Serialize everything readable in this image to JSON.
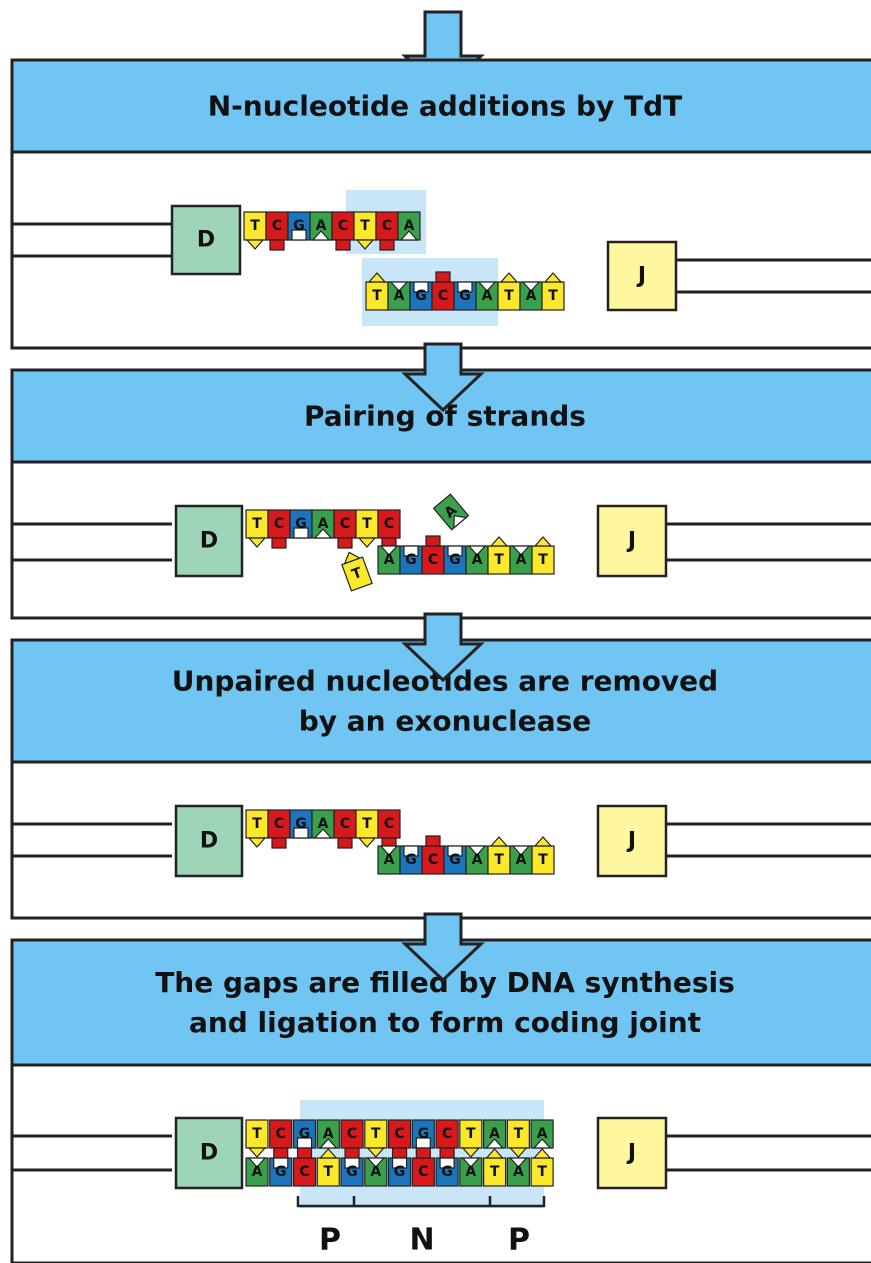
{
  "colors": {
    "header_fill": "#71C5F2",
    "highlight": "#C8E6F7",
    "arrow_fill": "#71C5F2",
    "D_box": "#9ED4B8",
    "J_box": "#FFF6A0",
    "A": "#3AA04C",
    "T": "#FBE82A",
    "G": "#1C75BC",
    "C": "#D7191C"
  },
  "steps": [
    {
      "title_lines": [
        "N-nucleotide additions by TdT"
      ],
      "D": "D",
      "J": "J",
      "top_strand": [
        "T",
        "C",
        "G",
        "A",
        "C",
        "T",
        "C",
        "A"
      ],
      "bottom_strand": [
        "T",
        "A",
        "G",
        "C",
        "G",
        "A",
        "T",
        "A",
        "T"
      ]
    },
    {
      "title_lines": [
        "Pairing of strands"
      ],
      "D": "D",
      "J": "J",
      "top_strand": [
        "T",
        "C",
        "G",
        "A",
        "C",
        "T",
        "C"
      ],
      "flipped_top": "A",
      "bottom_strand": [
        "A",
        "G",
        "C",
        "G",
        "A",
        "T",
        "A",
        "T"
      ],
      "flipped_bottom": "T"
    },
    {
      "title_lines": [
        "Unpaired nucleotides are removed",
        "by an exonuclease"
      ],
      "D": "D",
      "J": "J",
      "top_strand": [
        "T",
        "C",
        "G",
        "A",
        "C",
        "T",
        "C"
      ],
      "bottom_strand": [
        "A",
        "G",
        "C",
        "G",
        "A",
        "T",
        "A",
        "T"
      ]
    },
    {
      "title_lines": [
        "The gaps are filled by DNA synthesis",
        "and ligation to form coding joint"
      ],
      "D": "D",
      "J": "J",
      "top_strand": [
        "T",
        "C",
        "G",
        "A",
        "C",
        "T",
        "C",
        "G",
        "C",
        "T",
        "A",
        "T",
        "A"
      ],
      "bottom_strand": [
        "A",
        "G",
        "C",
        "T",
        "G",
        "A",
        "G",
        "C",
        "G",
        "A",
        "T",
        "A",
        "T"
      ],
      "brackets": [
        "P",
        "N",
        "P"
      ]
    }
  ]
}
